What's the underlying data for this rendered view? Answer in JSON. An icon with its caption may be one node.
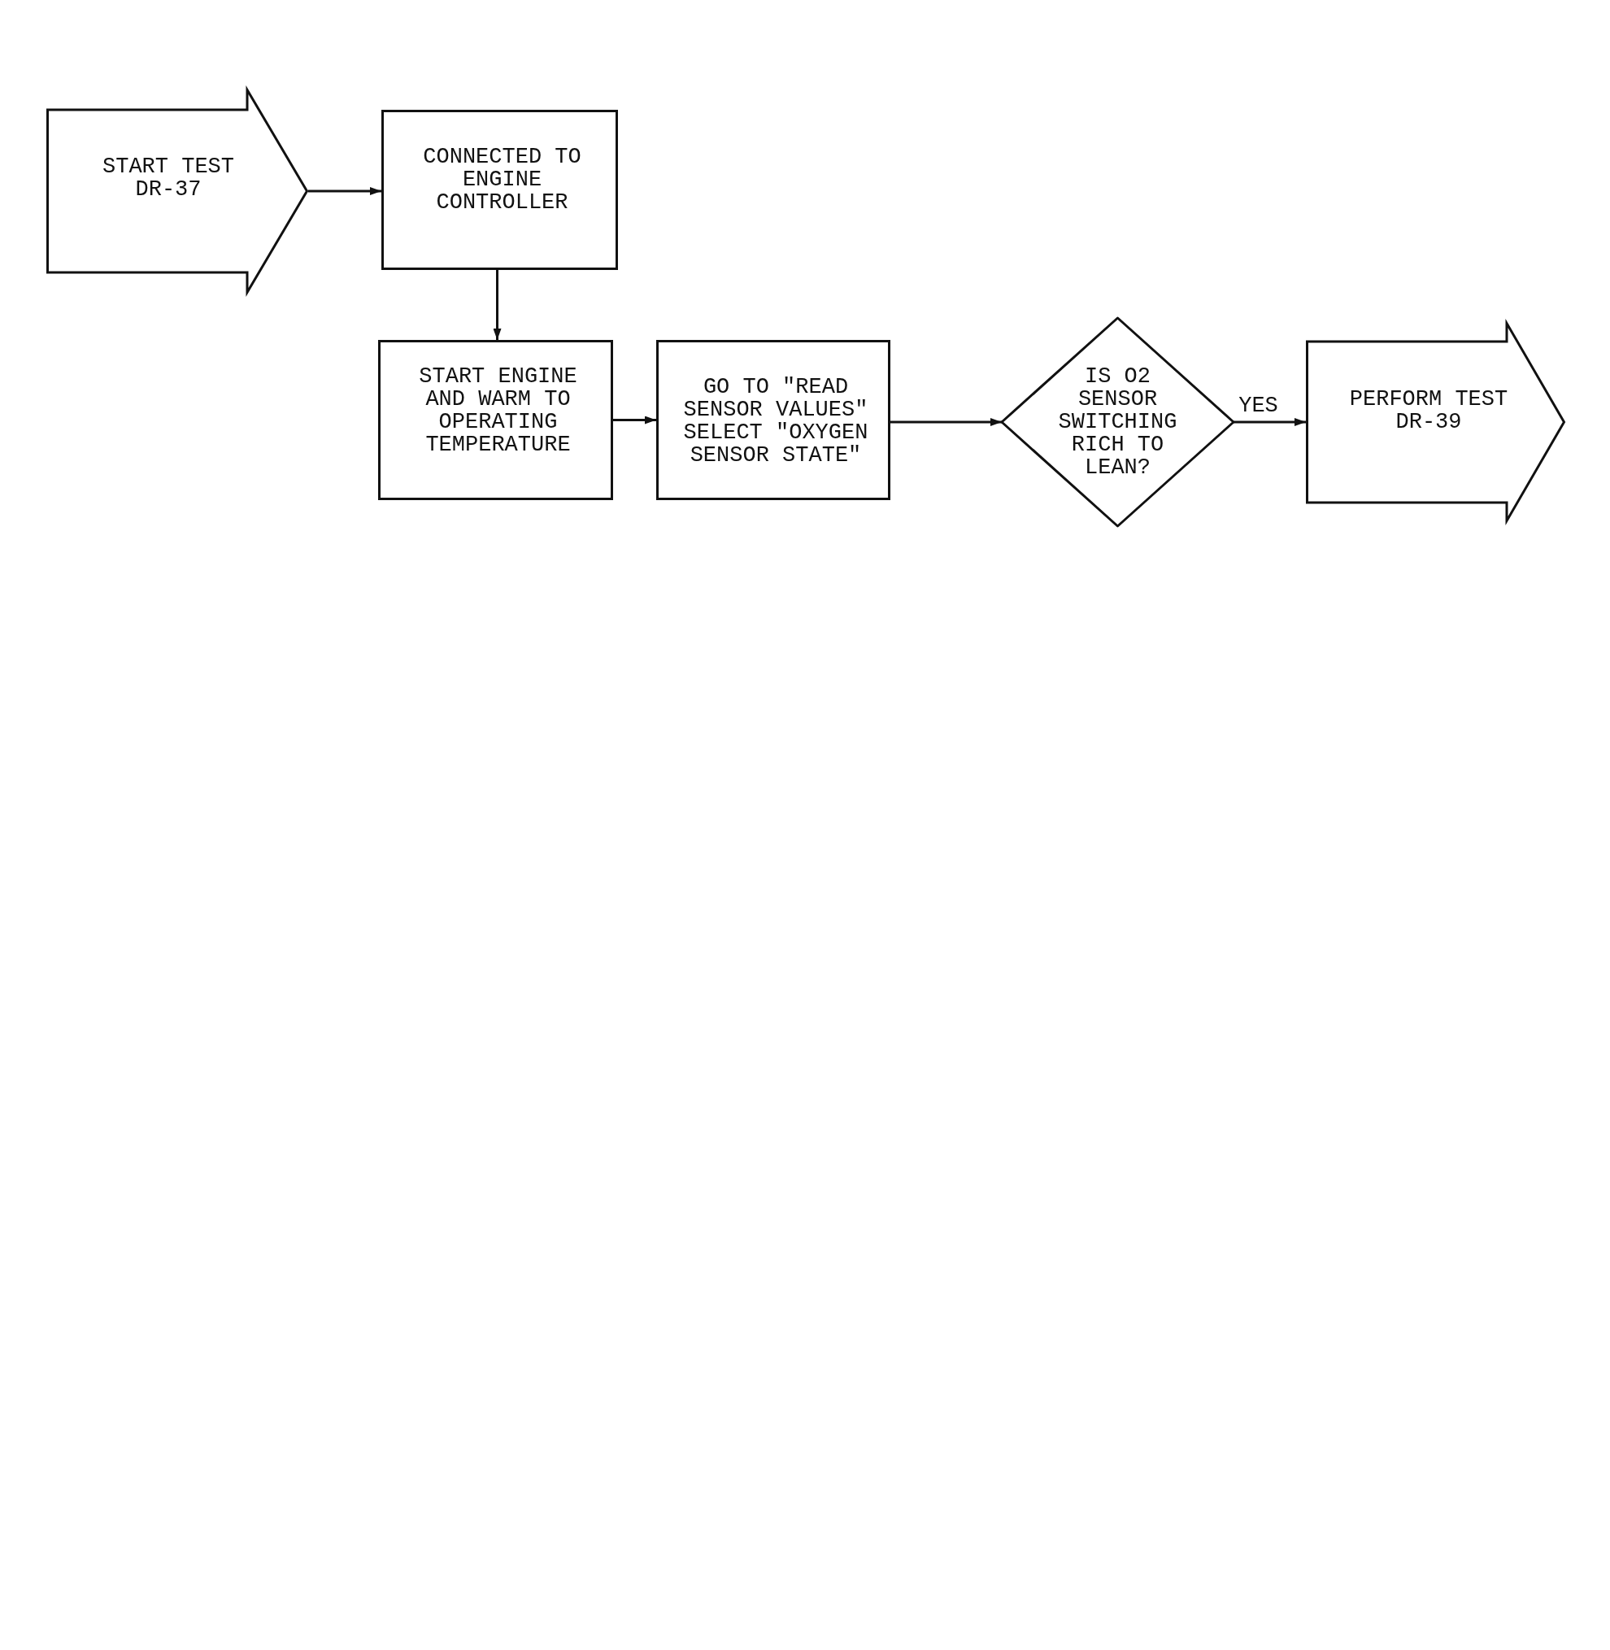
{
  "diagram": {
    "nodes": [
      {
        "text": [
          "START TEST DR-37"
        ]
      },
      {
        "text": [
          "CONNECTED TO ENGINE CONTROLLER"
        ]
      },
      {
        "text": [
          "START ENGINE AND WARM TO OPERATING TEMPERATURE"
        ]
      },
      {
        "text": [
          "GO TO \"READ SENSOR VALUES\" SELECT \"OXYGEN SENSOR STATE\""
        ]
      },
      {
        "text": [
          "IS O2 SENSOR SWITCHING RICH TO LEAN?"
        ]
      },
      {
        "text": [
          "PERFORM TEST DR-39"
        ]
      }
    ],
    "edges": [
      {
        "from": 0,
        "to": 1,
        "arrow": "to"
      },
      {
        "from": 1,
        "to": 2,
        "arrow": "to"
      },
      {
        "from": 2,
        "to": 3,
        "arrow": "to"
      },
      {
        "from": 3,
        "to": 4,
        "arrow": "to"
      },
      {
        "from": 4,
        "to": 5,
        "arrow": "to",
        "label": "YES"
      }
    ]
  }
}
